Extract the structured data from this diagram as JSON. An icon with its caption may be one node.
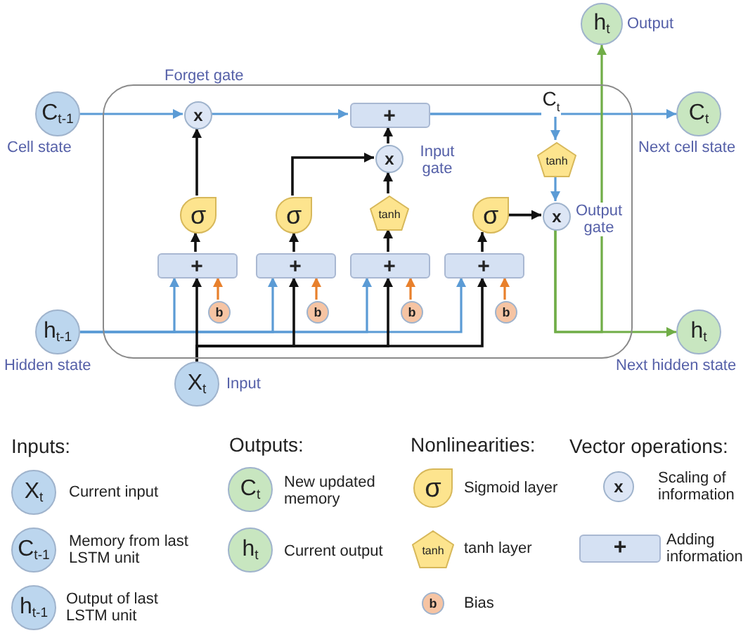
{
  "diagram": {
    "nodes": [
      {
        "text": [
          "h$_{t}$"
        ],
        "beside": [
          "Output"
        ]
      },
      {
        "text": [
          "C$_{t-1}$"
        ],
        "beside": [
          "Cell state"
        ]
      },
      {
        "text": [],
        "shape": "box"
      },
      {
        "text": [
          "x"
        ],
        "in": 2,
        "beside": [
          "Forget gate"
        ]
      },
      {
        "text": [
          "+"
        ],
        "in": 2
      },
      {
        "text": [
          "C$_{t}$"
        ],
        "beside": [
          "Next cell state"
        ]
      },
      {
        "text": [
          "x"
        ],
        "in": 2,
        "beside": [
          "Input gate"
        ]
      },
      {
        "text": [
          "tanh"
        ],
        "in": 2
      },
      {
        "text": [
          "σ"
        ],
        "in": 2
      },
      {
        "text": [
          "σ"
        ],
        "in": 2
      },
      {
        "text": [
          "tanh"
        ],
        "in": 2
      },
      {
        "text": [
          "σ"
        ],
        "in": 2
      },
      {
        "text": [
          "x"
        ],
        "in": 2,
        "beside": [
          "Output gate"
        ]
      },
      {
        "text": [
          "+"
        ],
        "in": 2
      },
      {
        "text": [
          "+"
        ],
        "in": 2
      },
      {
        "text": [
          "+"
        ],
        "in": 2
      },
      {
        "text": [
          "+"
        ],
        "in": 2
      },
      {
        "text": [
          "b"
        ],
        "in": 2
      },
      {
        "text": [
          "b"
        ],
        "in": 2
      },
      {
        "text": [
          "b"
        ],
        "in": 2
      },
      {
        "text": [
          "b"
        ],
        "in": 2
      },
      {
        "text": [
          "h$_{t-1}$"
        ],
        "beside": [
          "Hidden state"
        ]
      },
      {
        "text": [
          "h$_{t}$"
        ],
        "beside": [
          "Next hidden state"
        ]
      },
      {
        "text": [
          "X$_{t}$"
        ],
        "beside": [
          "Input"
        ]
      },
      {
        "text": [
          "X$_{t}$"
        ],
        "beside": [
          "Current input"
        ]
      },
      {
        "text": [
          "C$_{t-1}$"
        ],
        "beside": [
          "Memory from last LSTM unit"
        ]
      },
      {
        "text": [
          "h$_{t-1}$"
        ],
        "beside": [
          "Output of last LSTM unit"
        ]
      },
      {
        "text": [
          "C$_{t}$"
        ],
        "beside": [
          "New updated memory"
        ]
      },
      {
        "text": [
          "h$_{t}$"
        ],
        "beside": [
          "Current output"
        ]
      },
      {
        "text": [
          "σ"
        ],
        "beside": [
          "Sigmoid layer"
        ]
      },
      {
        "text": [
          "tanh"
        ],
        "beside": [
          "tanh layer"
        ]
      },
      {
        "text": [
          "b"
        ],
        "beside": [
          "Bias"
        ]
      },
      {
        "text": [
          "x"
        ],
        "beside": [
          "Scaling of information"
        ]
      },
      {
        "text": [
          "+"
        ],
        "beside": [
          "Adding information"
        ]
      }
    ],
    "edges": [
      {
        "from": 1,
        "to": 3,
        "arrow": "to",
        "color": "#5b9bd5"
      },
      {
        "from": 3,
        "to": 4,
        "arrow": "to",
        "color": "#5b9bd5"
      },
      {
        "from": 4,
        "to": 5,
        "arrow": "to",
        "color": "#5b9bd5",
        "label": "C$_{t}$"
      },
      {
        "from": 4,
        "to": 7,
        "arrow": "to",
        "color": "#5b9bd5"
      },
      {
        "from": 7,
        "to": 12,
        "arrow": "to",
        "color": "#5b9bd5"
      },
      {
        "from": 8,
        "to": 3,
        "arrow": "to"
      },
      {
        "from": 9,
        "to": 6,
        "arrow": "to"
      },
      {
        "from": 10,
        "to": 6,
        "arrow": "to"
      },
      {
        "from": 6,
        "to": 4,
        "arrow": "to"
      },
      {
        "from": 11,
        "to": 12,
        "arrow": "to"
      },
      {
        "from": 12,
        "to": 22,
        "arrow": "to",
        "color": "#70ad47"
      },
      {
        "from": 12,
        "to": 0,
        "arrow": "to",
        "color": "#70ad47"
      },
      {
        "from": 13,
        "to": 8,
        "arrow": "to"
      },
      {
        "from": 14,
        "to": 9,
        "arrow": "to"
      },
      {
        "from": 15,
        "to": 10,
        "arrow": "to"
      },
      {
        "from": 16,
        "to": 11,
        "arrow": "to"
      },
      {
        "from": 17,
        "to": 13,
        "arrow": "to",
        "color": "#e8802c"
      },
      {
        "from": 18,
        "to": 14,
        "arrow": "to",
        "color": "#e8802c"
      },
      {
        "from": 19,
        "to": 15,
        "arrow": "to",
        "color": "#e8802c"
      },
      {
        "from": 20,
        "to": 16,
        "arrow": "to",
        "color": "#e8802c"
      },
      {
        "from": 21,
        "to": 13,
        "arrow": "to",
        "color": "#5b9bd5"
      },
      {
        "from": 21,
        "to": 14,
        "arrow": "to",
        "color": "#5b9bd5"
      },
      {
        "from": 21,
        "to": 15,
        "arrow": "to",
        "color": "#5b9bd5"
      },
      {
        "from": 21,
        "to": 16,
        "arrow": "to",
        "color": "#5b9bd5"
      },
      {
        "from": 23,
        "to": 13,
        "arrow": "to"
      },
      {
        "from": 23,
        "to": 14,
        "arrow": "to"
      },
      {
        "from": 23,
        "to": 15,
        "arrow": "to"
      },
      {
        "from": 23,
        "to": 16,
        "arrow": "to"
      }
    ],
    "labels": [
      "Inputs:",
      "Outputs:",
      "Nonlinearities:",
      "Vector operations:"
    ]
  }
}
